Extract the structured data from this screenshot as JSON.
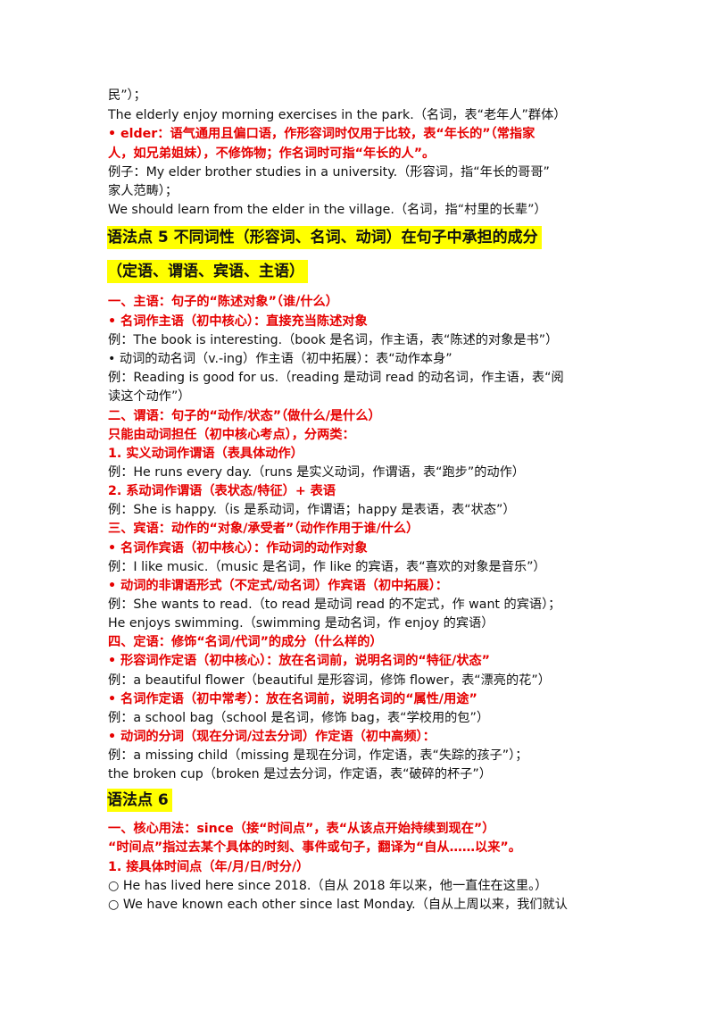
{
  "lines": [
    "民”）；",
    "The elderly enjoy morning exercises in the park.（名词，表“老年人”群体）",
    "• elder：语气通用且偏口语，作形容词时仅用于比较，表“年长的”（常指家",
    "人，如兄弟姐妹），不修饰物；作名词时可指“年长的人”。",
    "例子：My elder brother studies in a university.（形容词，指“年长的哥哥”",
    "家人范畴）；",
    "We should learn from the elder in the village.（名词，指“村里的长辈”）",
    "语法点 5 不同词性（形容词、名词、动词）在句子中承担的成分",
    "（定语、谓语、宾语、主语）",
    "一、主语：句子的“陈述对象”（谁/什么）",
    "• 名词作主语（初中核心）：直接充当陈述对象",
    "例：The book is interesting.（book 是名词，作主语，表“陈述的对象是书”）",
    "• 动词的动名词（v.-ing）作主语（初中拓展）：表“动作本身”",
    "例：Reading is good for us.（reading 是动词 read 的动名词，作主语，表“阅",
    "读这个动作”）",
    "二、谓语：句子的“动作/状态”（做什么/是什么）",
    "只能由动词担任（初中核心考点），分两类：",
    "1. 实义动词作谓语（表具体动作）",
    "例：He runs every day.（runs 是实义动词，作谓语，表“跑步”的动作）",
    "2. 系动词作谓语（表状态/特征）+ 表语",
    "例：She is happy.（is 是系动词，作谓语；happy 是表语，表“状态”）",
    "三、宾语：动作的“对象/承受者”（动作作用于谁/什么）",
    "• 名词作宾语（初中核心）：作动词的动作对象",
    "例：I like music.（music 是名词，作 like 的宾语，表“喜欢的对象是音乐”）",
    "• 动词的非谓语形式（不定式/动名词）作宾语（初中拓展）：",
    "例：She wants to read.（to read 是动词 read 的不定式，作 want 的宾语）；",
    "He enjoys swimming.（swimming 是动名词，作 enjoy 的宾语）",
    "四、定语：修饰“名词/代词”的成分（什么样的）",
    "• 形容词作定语（初中核心）：放在名词前，说明名词的“特征/状态”",
    "例：a beautiful flower（beautiful 是形容词，修饰 flower，表“漂亮的花”）",
    "• 名词作定语（初中常考）：放在名词前，说明名词的“属性/用途”",
    "例：a school bag（school 是名词，修饰 bag，表“学校用的包”）",
    "• 动词的分词（现在分词/过去分词）作定语（初中高频）：",
    "例：a missing child（missing 是现在分词，作定语，表“失踪的孩子”）；",
    "the broken cup（broken 是过去分词，作定语，表“破碎的杯子”）",
    "语法点 6",
    "一、核心用法：since（接“时间点”，表“从该点开始持续到现在”）",
    "“时间点”指过去某个具体的时刻、事件或句子，翻译为“自从……以来”。",
    "1. 接具体时间点（年/月/日/时分/）",
    "○ He has lived here since 2018.（自从 2018 年以来，他一直住在这里。）",
    "○ We have known each other since last Monday.（自从上周以来，我们就认"
  ]
}
